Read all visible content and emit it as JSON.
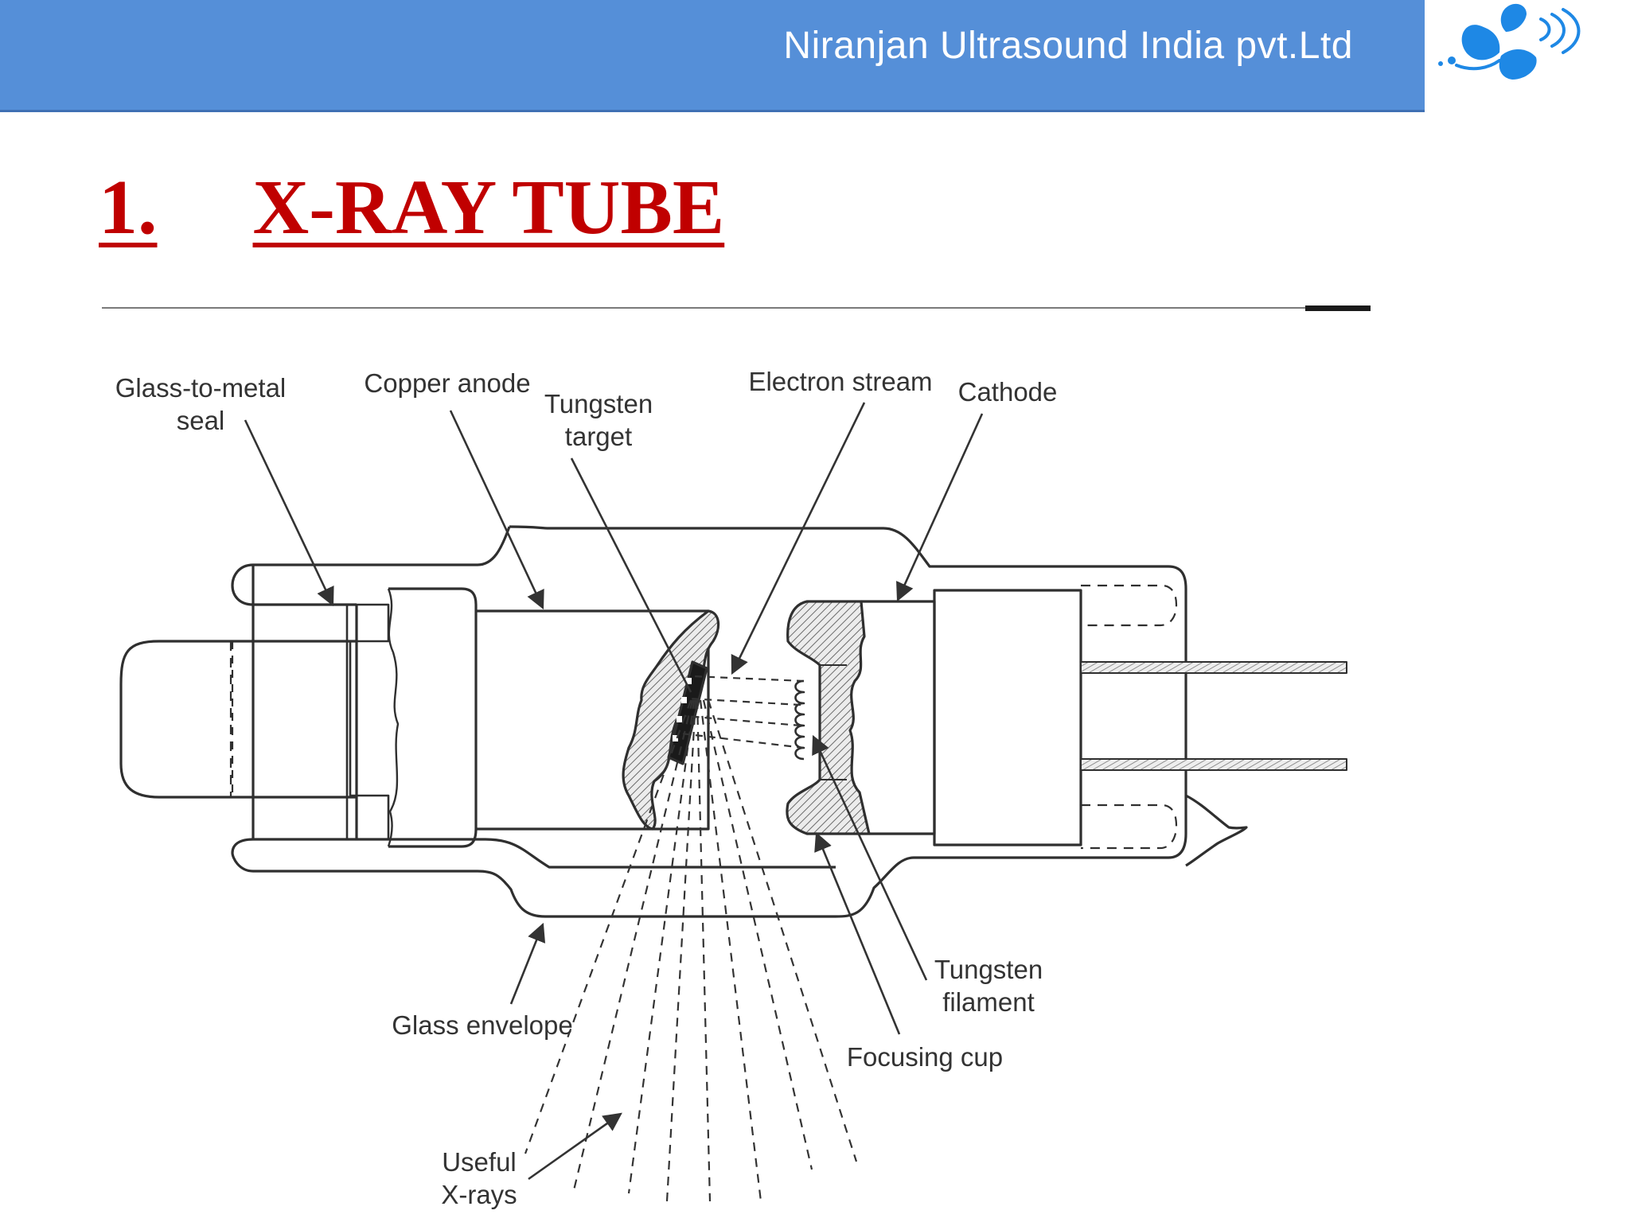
{
  "header": {
    "company": "Niranjan Ultrasound India pvt.Ltd",
    "bar_color": "#558fd8",
    "logo_icon": "butterfly-logo-icon"
  },
  "slide": {
    "title_number": "1.",
    "title_text": "X-RAY TUBE",
    "title_color": "#c00000"
  },
  "diagram": {
    "labels": {
      "glass_to_metal_seal_1": "Glass-to-metal",
      "glass_to_metal_seal_2": "seal",
      "copper_anode": "Copper anode",
      "tungsten_target_1": "Tungsten",
      "tungsten_target_2": "target",
      "electron_stream": "Electron stream",
      "cathode": "Cathode",
      "tungsten_filament_1": "Tungsten",
      "tungsten_filament_2": "filament",
      "glass_envelope": "Glass envelope",
      "focusing_cup": "Focusing cup",
      "useful_xrays_1": "Useful",
      "useful_xrays_2": "X-rays"
    }
  }
}
